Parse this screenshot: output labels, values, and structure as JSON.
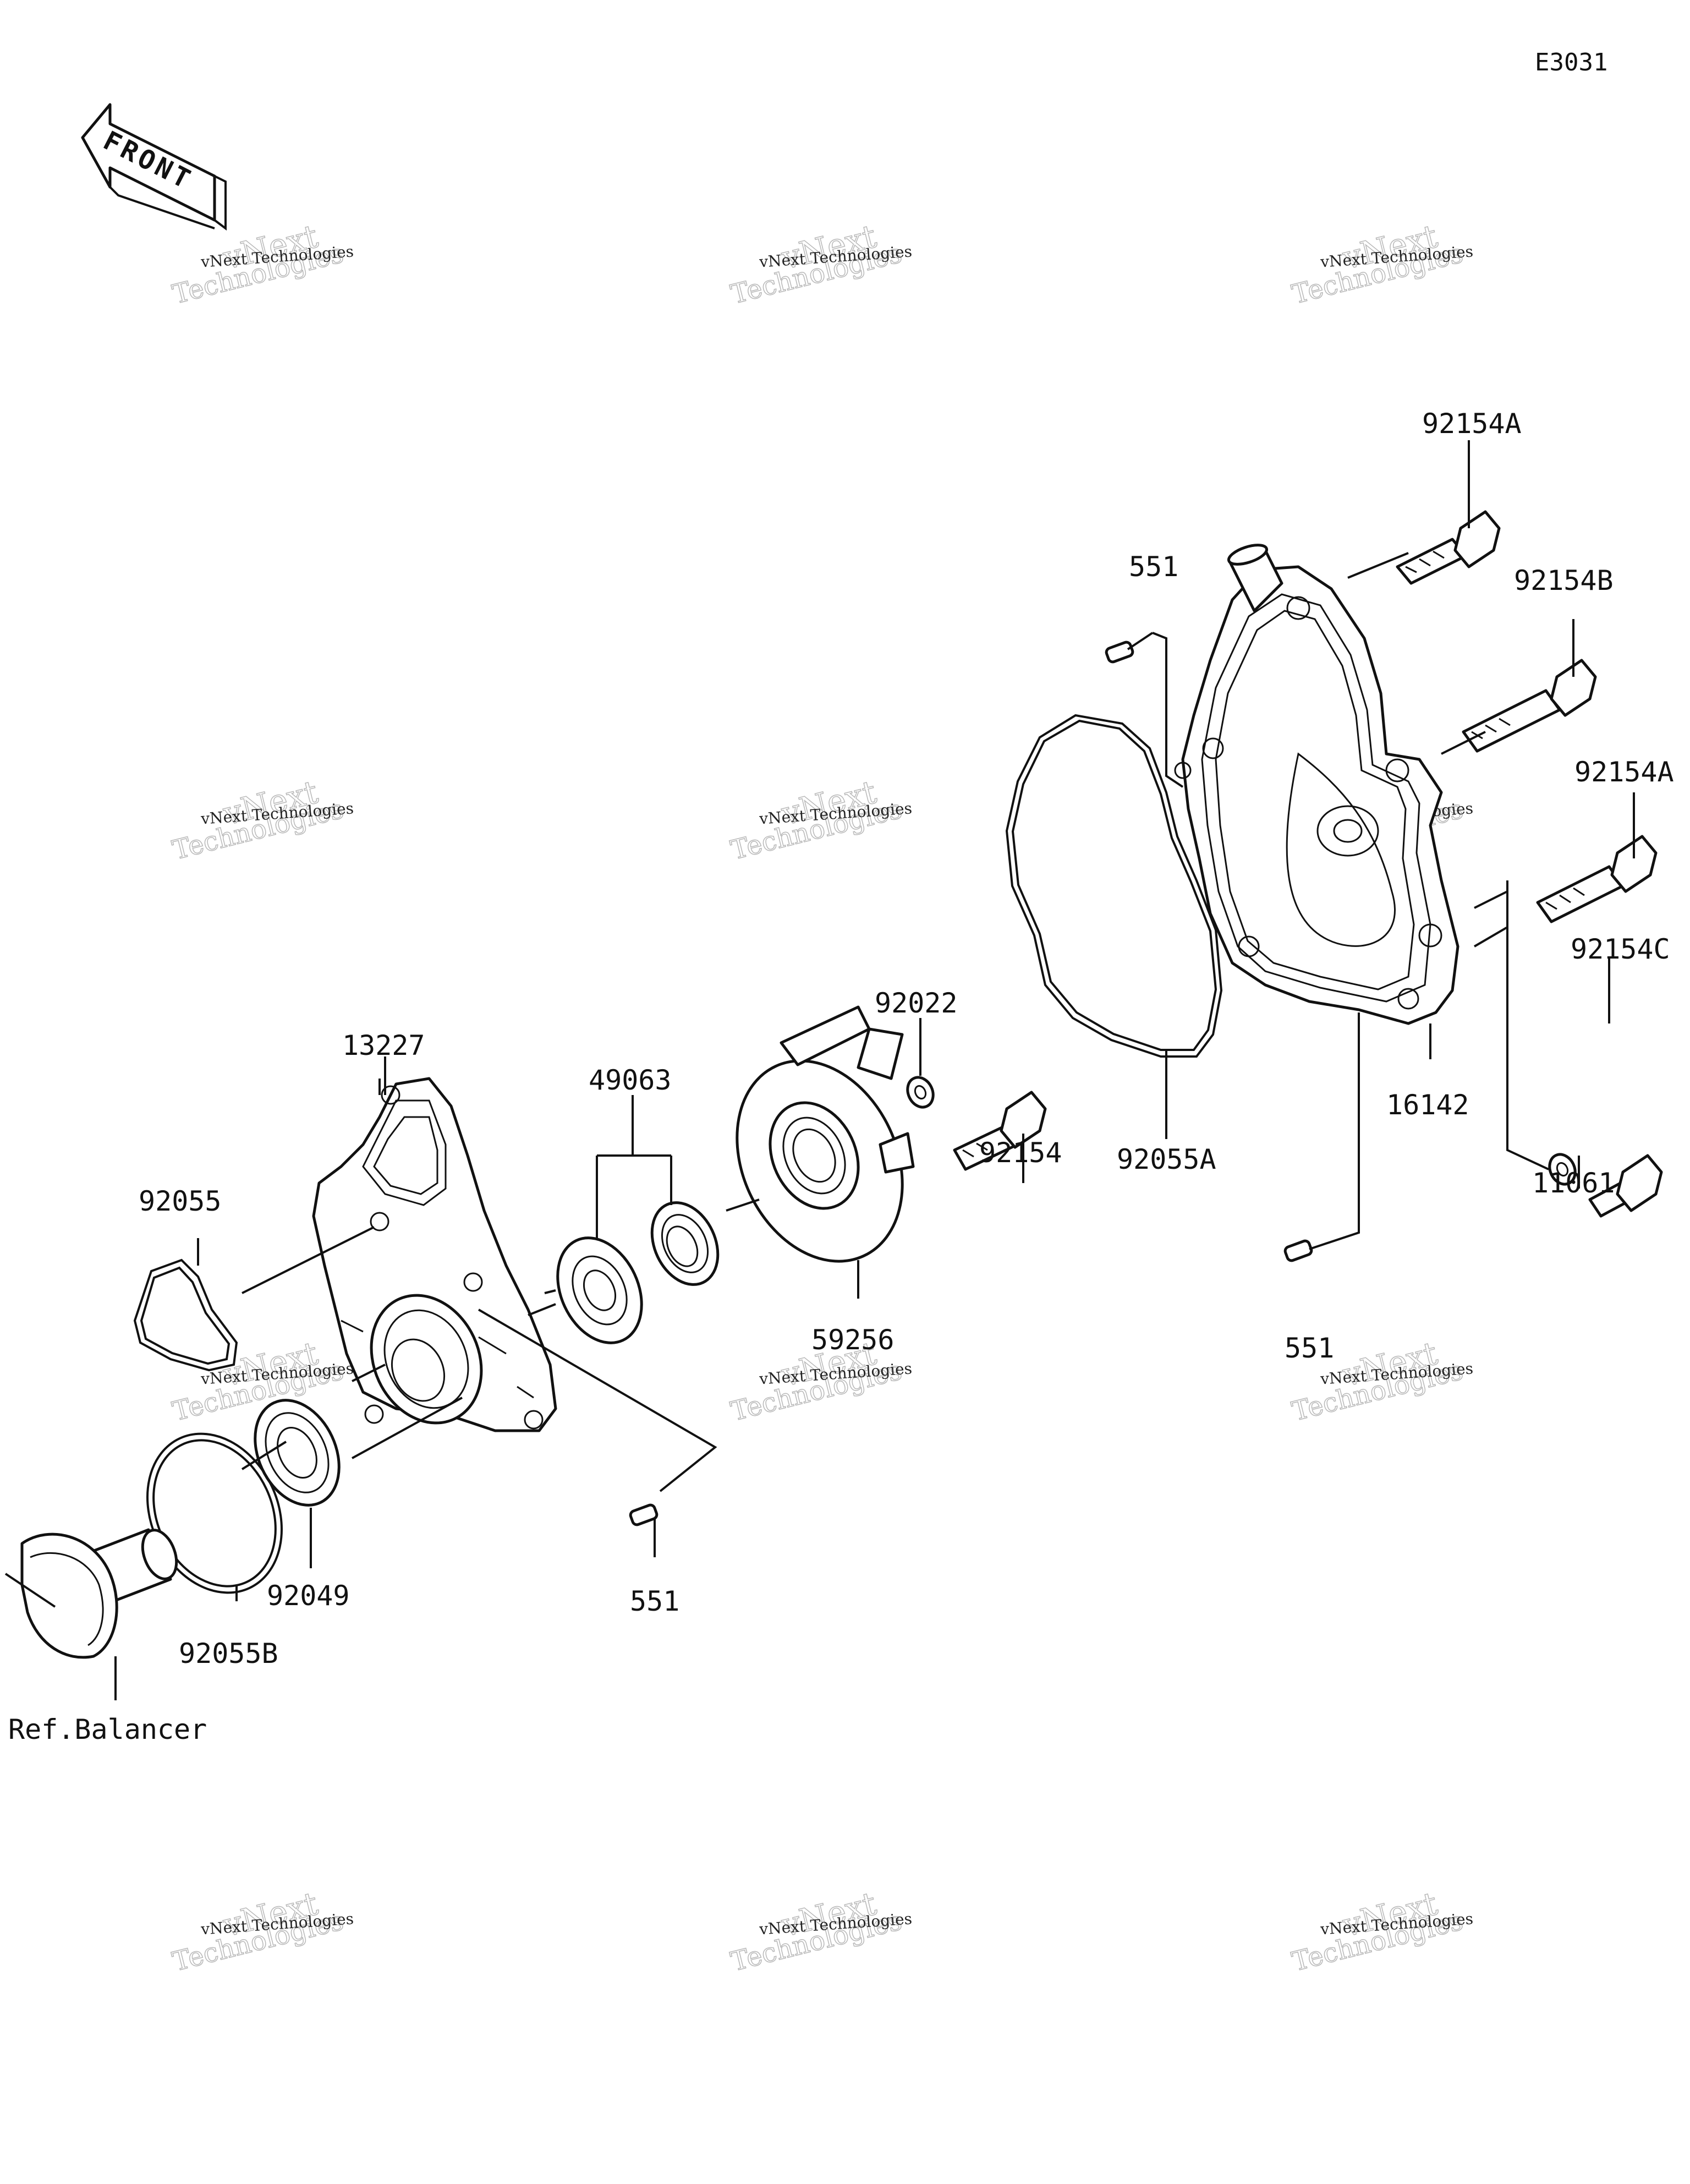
{
  "diagram": {
    "code": "E3031",
    "front_label": "FRONT",
    "ref_label": "Ref.Balancer",
    "watermark": {
      "line1": "vNext Technologies",
      "big1": "vNext",
      "big2": "Technologies"
    },
    "parts": {
      "p92154A_top": "92154A",
      "p551_top": "551",
      "p92154B": "92154B",
      "p92154A_mid": "92154A",
      "p92154C": "92154C",
      "p92022": "92022",
      "p92154": "92154",
      "p92055A": "92055A",
      "p16142": "16142",
      "p11061": "11061",
      "p13227": "13227",
      "p49063": "49063",
      "p92055": "92055",
      "p59256": "59256",
      "p551_right": "551",
      "p92049": "92049",
      "p551_bottom": "551",
      "p92055B": "92055B"
    }
  }
}
